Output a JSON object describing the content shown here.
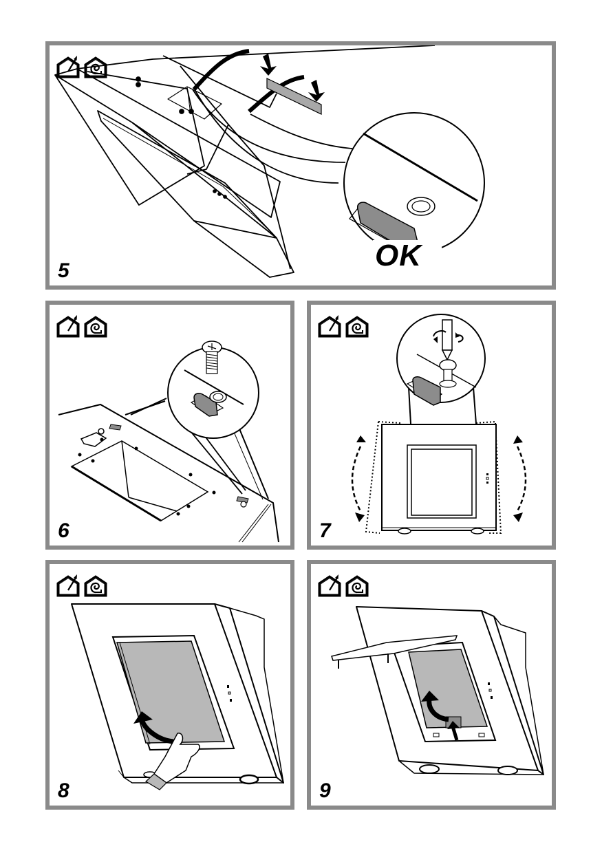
{
  "page": {
    "panels": [
      {
        "step": "5",
        "icons": [
          "ducted-mode-icon",
          "recirculation-mode-icon"
        ],
        "callout_label": "OK"
      },
      {
        "step": "6",
        "icons": [
          "ducted-mode-icon",
          "recirculation-mode-icon"
        ]
      },
      {
        "step": "7",
        "icons": [
          "ducted-mode-icon",
          "recirculation-mode-icon"
        ]
      },
      {
        "step": "8",
        "icons": [
          "ducted-mode-icon",
          "recirculation-mode-icon"
        ]
      },
      {
        "step": "9",
        "icons": [
          "ducted-mode-icon",
          "recirculation-mode-icon"
        ]
      }
    ]
  },
  "colors": {
    "border": "#8a8a8a",
    "line": "#000000",
    "filter_fill": "#b8b8b8",
    "part_fill": "#8c8c8c"
  }
}
